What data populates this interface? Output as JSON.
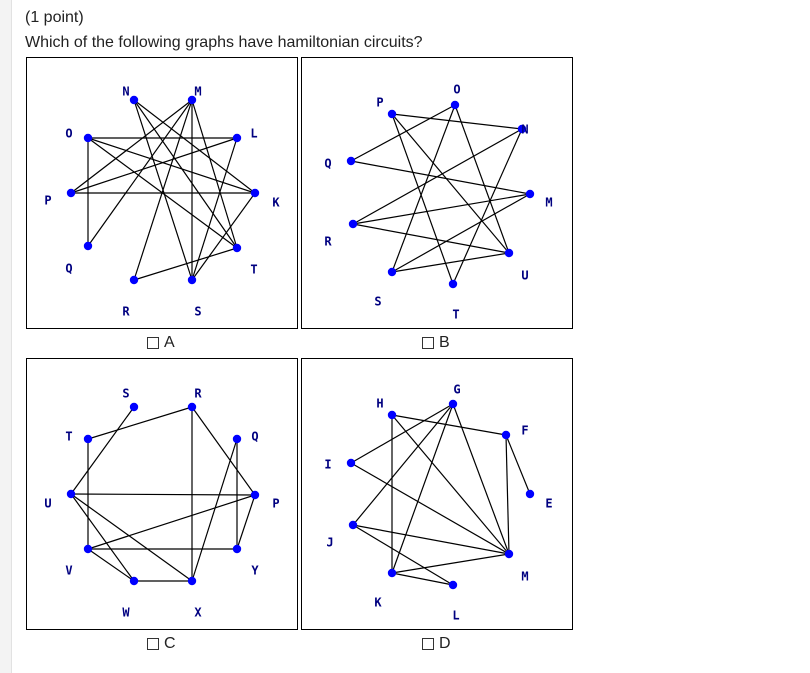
{
  "question": {
    "points": "(1 point)",
    "prompt": "Which of the following graphs have hamiltonian circuits?"
  },
  "colors": {
    "node": "#0000ff",
    "label": "#000080",
    "edge": "#000000"
  },
  "options": [
    {
      "key": "A",
      "label": "A",
      "checked": false
    },
    {
      "key": "B",
      "label": "B",
      "checked": false
    },
    {
      "key": "C",
      "label": "C",
      "checked": false
    },
    {
      "key": "D",
      "label": "D",
      "checked": false
    }
  ],
  "graphs": [
    {
      "option": "A",
      "vertices": [
        "N",
        "M",
        "L",
        "K",
        "T",
        "S",
        "R",
        "Q",
        "P",
        "O"
      ],
      "edges": [
        [
          "O",
          "L"
        ],
        [
          "O",
          "Q"
        ],
        [
          "O",
          "K"
        ],
        [
          "O",
          "T"
        ],
        [
          "P",
          "K"
        ],
        [
          "P",
          "L"
        ],
        [
          "P",
          "M"
        ],
        [
          "N",
          "S"
        ],
        [
          "N",
          "T"
        ],
        [
          "N",
          "K"
        ],
        [
          "M",
          "R"
        ],
        [
          "M",
          "S"
        ],
        [
          "M",
          "T"
        ],
        [
          "L",
          "S"
        ],
        [
          "Q",
          "M"
        ],
        [
          "R",
          "T"
        ],
        [
          "K",
          "S"
        ]
      ]
    },
    {
      "option": "B",
      "vertices": [
        "O",
        "N",
        "M",
        "U",
        "T",
        "S",
        "R",
        "Q",
        "P"
      ],
      "edges": [
        [
          "P",
          "N"
        ],
        [
          "P",
          "T"
        ],
        [
          "P",
          "U"
        ],
        [
          "O",
          "S"
        ],
        [
          "O",
          "Q"
        ],
        [
          "O",
          "U"
        ],
        [
          "N",
          "R"
        ],
        [
          "N",
          "T"
        ],
        [
          "Q",
          "M"
        ],
        [
          "R",
          "M"
        ],
        [
          "R",
          "U"
        ],
        [
          "S",
          "U"
        ],
        [
          "S",
          "M"
        ]
      ]
    },
    {
      "option": "C",
      "vertices": [
        "R",
        "Q",
        "P",
        "Y",
        "X",
        "W",
        "V",
        "U",
        "T",
        "S"
      ],
      "edges": [
        [
          "S",
          "U"
        ],
        [
          "R",
          "T"
        ],
        [
          "R",
          "P"
        ],
        [
          "R",
          "X"
        ],
        [
          "Q",
          "Y"
        ],
        [
          "Q",
          "X"
        ],
        [
          "P",
          "U"
        ],
        [
          "P",
          "V"
        ],
        [
          "P",
          "Y"
        ],
        [
          "Y",
          "V"
        ],
        [
          "X",
          "W"
        ],
        [
          "W",
          "V"
        ],
        [
          "W",
          "U"
        ],
        [
          "V",
          "T"
        ],
        [
          "U",
          "X"
        ]
      ]
    },
    {
      "option": "D",
      "vertices": [
        "G",
        "F",
        "E",
        "M",
        "L",
        "K",
        "J",
        "I",
        "H"
      ],
      "edges": [
        [
          "G",
          "I"
        ],
        [
          "G",
          "J"
        ],
        [
          "G",
          "K"
        ],
        [
          "G",
          "M"
        ],
        [
          "H",
          "F"
        ],
        [
          "H",
          "K"
        ],
        [
          "H",
          "M"
        ],
        [
          "I",
          "M"
        ],
        [
          "J",
          "M"
        ],
        [
          "J",
          "L"
        ],
        [
          "K",
          "L"
        ],
        [
          "K",
          "M"
        ],
        [
          "F",
          "E"
        ],
        [
          "F",
          "M"
        ]
      ]
    }
  ]
}
